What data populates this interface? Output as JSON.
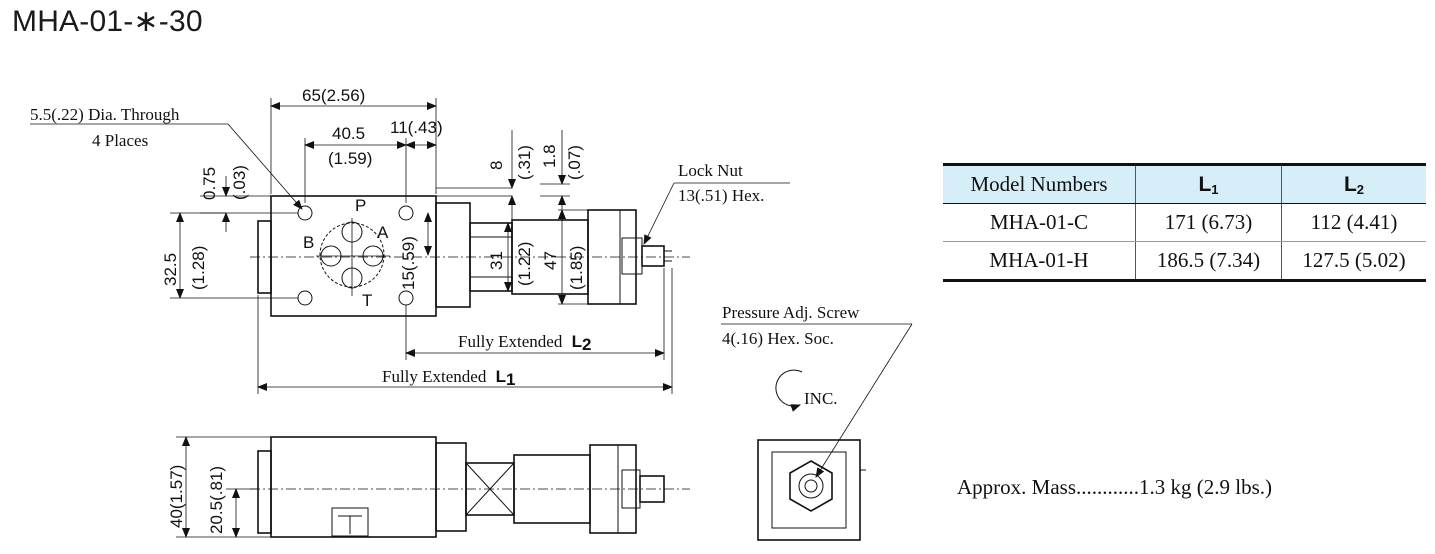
{
  "title": "MHA-01-∗-30",
  "dims": {
    "d65": "65(2.56)",
    "d40_5": "40.5",
    "d1_59": "(1.59)",
    "d11": "11(.43)",
    "hole_line1": "5.5(.22) Dia. Through",
    "hole_line2": "4 Places",
    "d0_75": "0.75",
    "d0_03": "(.03)",
    "d32_5": "32.5",
    "d1_28": "(1.28)",
    "d8": "8",
    "d0_31": "(.31)",
    "d1_8": "1.8",
    "d0_07": "(.07)",
    "d31": "31",
    "d1_22": "(1.22)",
    "d47": "47",
    "d1_85": "(1.85)",
    "d15": "15(.59)",
    "d40": "40(1.57)",
    "d20_5": "20.5(.81)"
  },
  "ports": {
    "p": "P",
    "a": "A",
    "b": "B",
    "t": "T"
  },
  "labels": {
    "lock_nut": "Lock Nut",
    "lock_nut_hex": "13(.51) Hex.",
    "screw": "Pressure Adj. Screw",
    "screw_hex": "4(.16) Hex. Soc.",
    "inc": "INC.",
    "l2_text": "Fully Extended",
    "l2_sym": "L",
    "l2_sub": "2",
    "l1_text": "Fully Extended",
    "l1_sym": "L",
    "l1_sub": "1"
  },
  "table": {
    "header_model": "Model Numbers",
    "header_l1": "L",
    "header_l1_sub": "1",
    "header_l2": "L",
    "header_l2_sub": "2",
    "rows": [
      {
        "model": "MHA-01-C",
        "l1": "171 (6.73)",
        "l2": "112 (4.41)"
      },
      {
        "model": "MHA-01-H",
        "l1": "186.5 (7.34)",
        "l2": "127.5 (5.02)"
      }
    ]
  },
  "mass": "Approx. Mass............1.3 kg (2.9 lbs.)",
  "colors": {
    "table_header_bg": "#d6eef8",
    "line": "#111111"
  }
}
